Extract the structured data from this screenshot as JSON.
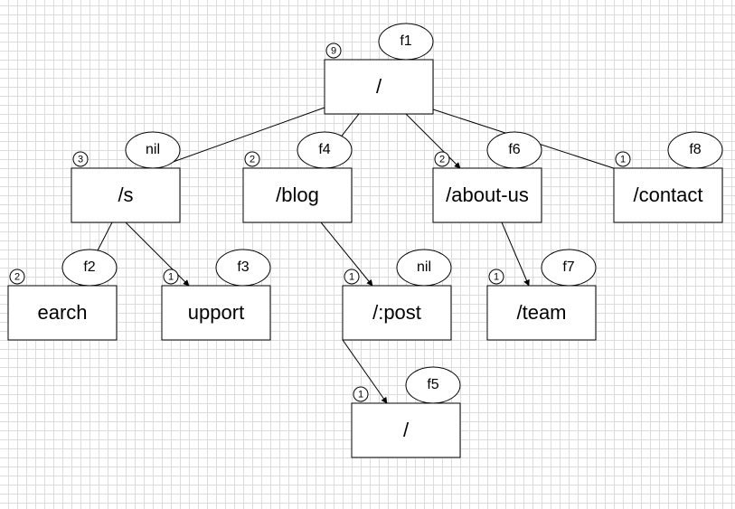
{
  "nodes": {
    "root": {
      "label": "/",
      "handler": "f1",
      "count": "9"
    },
    "s": {
      "label": "/s",
      "handler": "nil",
      "count": "3"
    },
    "blog": {
      "label": "/blog",
      "handler": "f4",
      "count": "2"
    },
    "aboutus": {
      "label": "/about-us",
      "handler": "f6",
      "count": "2"
    },
    "contact": {
      "label": "/contact",
      "handler": "f8",
      "count": "1"
    },
    "earch": {
      "label": "earch",
      "handler": "f2",
      "count": "2"
    },
    "upport": {
      "label": "upport",
      "handler": "f3",
      "count": "1"
    },
    "post": {
      "label": "/:post",
      "handler": "nil",
      "count": "1"
    },
    "team": {
      "label": "/team",
      "handler": "f7",
      "count": "1"
    },
    "postroot": {
      "label": "/",
      "handler": "f5",
      "count": "1"
    }
  },
  "edges": [
    [
      "root",
      "s"
    ],
    [
      "root",
      "blog"
    ],
    [
      "root",
      "aboutus"
    ],
    [
      "root",
      "contact"
    ],
    [
      "s",
      "earch"
    ],
    [
      "s",
      "upport"
    ],
    [
      "blog",
      "post"
    ],
    [
      "aboutus",
      "team"
    ],
    [
      "post",
      "postroot"
    ]
  ],
  "colors": {
    "stroke": "#000000",
    "fill": "#ffffff",
    "grid": "#dcdcdc"
  }
}
